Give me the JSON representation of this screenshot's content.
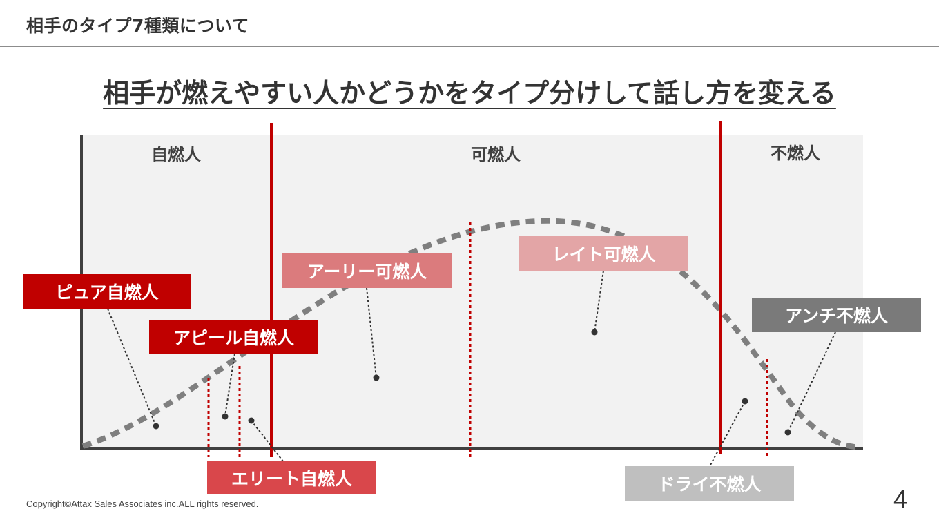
{
  "header": {
    "title": "相手のタイプ7種類について"
  },
  "main_title": "相手が燃えやすい人かどうかをタイプ分けして話し方を変える",
  "zones": {
    "self": "自燃人",
    "possible": "可燃人",
    "non": "不燃人"
  },
  "types": {
    "pure_self": "ピュア自燃人",
    "appeal_self": "アピール自燃人",
    "elite_self": "エリート自燃人",
    "early_possible": "アーリー可燃人",
    "late_possible": "レイト可燃人",
    "anti_non": "アンチ不燃人",
    "dry_non": "ドライ不燃人"
  },
  "colors": {
    "dark_red": "#c00000",
    "elite_red": "#d9474b",
    "early_red": "#db7b7d",
    "late_pink": "#e3a5a6",
    "anti_gray": "#7a7a7a",
    "dry_gray": "#bfbfbf",
    "plot_bg": "#f2f2f2",
    "curve_gray": "#7f7f7f"
  },
  "footer": {
    "copyright": "Copyright©Attax Sales Associates inc.ALL rights reserved.",
    "page_number": "4"
  }
}
